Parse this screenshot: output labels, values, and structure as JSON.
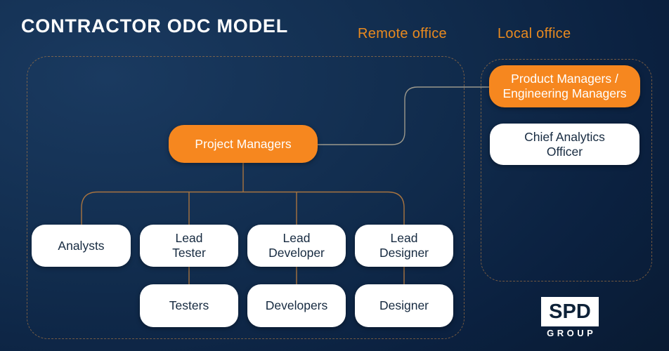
{
  "title": "CONTRACTOR ODC MODEL",
  "zones": {
    "remote": {
      "label": "Remote office"
    },
    "local": {
      "label": "Local office"
    }
  },
  "nodes": {
    "project_managers": "Project Managers",
    "product_managers": "Product Managers /\nEngineering Managers",
    "chief_analytics": "Chief Analytics\nOfficer",
    "analysts": "Analysts",
    "lead_tester": "Lead\nTester",
    "lead_developer": "Lead\nDeveloper",
    "lead_designer": "Lead\nDesigner",
    "testers": "Testers",
    "developers": "Developers",
    "designer": "Designer"
  },
  "logo": {
    "text": "SPD",
    "subtext": "GROUP"
  },
  "colors": {
    "accent_orange": "#F6871F",
    "zone_label_orange": "#E98A1F",
    "connector_orange": "#A87440",
    "connector_gray": "#9B988C",
    "background_navy": "#0D2642",
    "node_text_navy": "#162A40",
    "white": "#FFFFFF"
  }
}
